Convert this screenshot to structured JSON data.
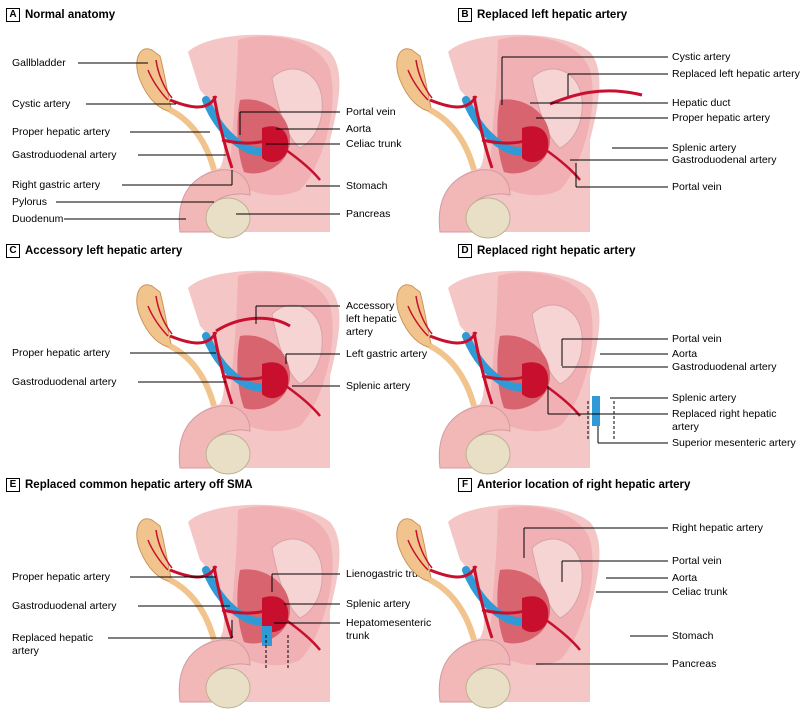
{
  "panels": [
    {
      "letter": "A",
      "title": "Normal anatomy",
      "labels": [
        "Gallbladder",
        "Cystic artery",
        "Proper hepatic artery",
        "Gastroduodenal artery",
        "Right gastric artery",
        "Pylorus",
        "Duodenum",
        "Portal vein",
        "Aorta",
        "Celiac trunk",
        "Stomach",
        "Pancreas"
      ]
    },
    {
      "letter": "B",
      "title": "Replaced left hepatic artery",
      "labels": [
        "Cystic artery",
        "Replaced left hepatic artery",
        "Hepatic duct",
        "Proper hepatic artery",
        "Splenic artery",
        "Gastroduodenal artery",
        "Portal vein"
      ]
    },
    {
      "letter": "C",
      "title": "Accessory left hepatic artery",
      "labels": [
        "Proper hepatic artery",
        "Gastroduodenal artery",
        "Accessory left hepatic artery",
        "Left gastric artery",
        "Splenic artery"
      ]
    },
    {
      "letter": "D",
      "title": "Replaced right hepatic artery",
      "labels": [
        "Portal vein",
        "Aorta",
        "Gastroduodenal artery",
        "Splenic artery",
        "Replaced right hepatic artery",
        "Superior mesenteric artery"
      ]
    },
    {
      "letter": "E",
      "title": "Replaced common hepatic artery off SMA",
      "labels": [
        "Proper hepatic artery",
        "Gastroduodenal artery",
        "Replaced hepatic artery",
        "Lienogastric trunk",
        "Splenic artery",
        "Hepatomesenteric trunk"
      ]
    },
    {
      "letter": "F",
      "title": "Anterior location of right hepatic artery",
      "labels": [
        "Right hepatic artery",
        "Portal vein",
        "Aorta",
        "Celiac trunk",
        "Stomach",
        "Pancreas"
      ]
    }
  ],
  "colors": {
    "artery": "#c8102e",
    "vein": "#2f9ad6",
    "duct": "#f2c48d",
    "stomach": "#f2b8b8",
    "liver": "#e9a0a6",
    "pancreas": "#e9dfc6"
  }
}
